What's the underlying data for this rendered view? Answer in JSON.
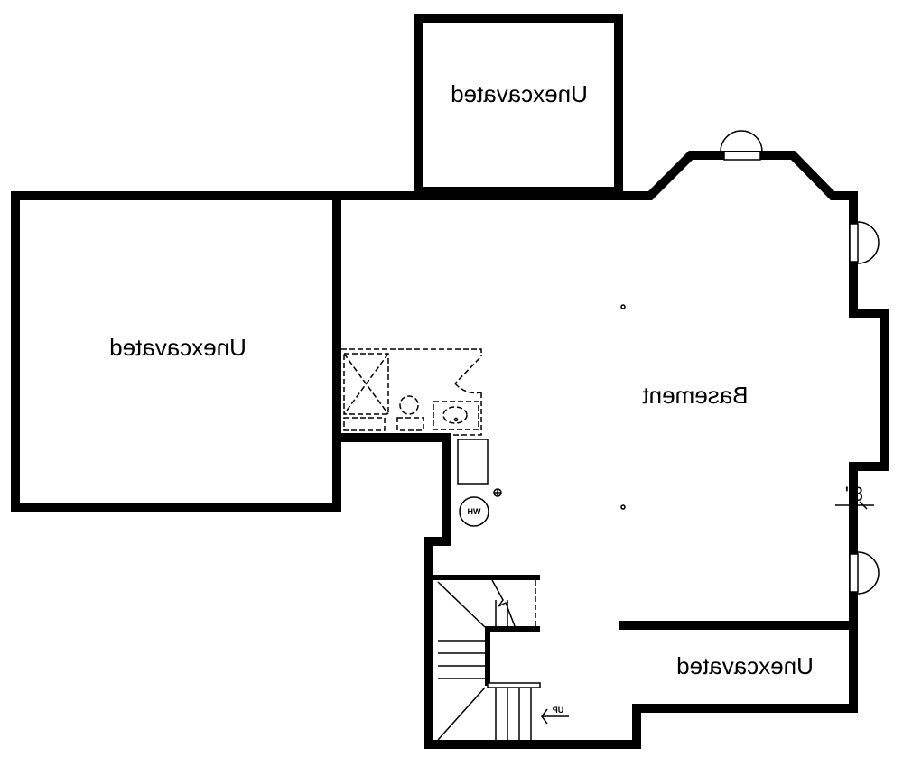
{
  "plan": {
    "rooms": {
      "unexcavated_top": "Unexcavated",
      "unexcavated_left": "Unexcavated",
      "unexcavated_bottom_right": "Unexcavated",
      "basement": "Basement"
    },
    "dimension_wall": "8\"",
    "stair_label": "UP",
    "water_heater_label": "WH"
  }
}
